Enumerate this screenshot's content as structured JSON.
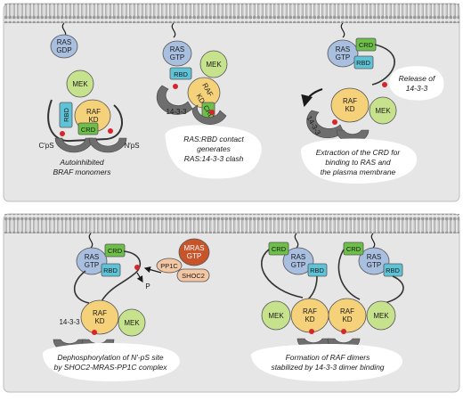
{
  "colors": {
    "panel": "#e6e6e6",
    "membrane": "#9a9a9a",
    "ras": "#a9bfe0",
    "mek": "#c7e28d",
    "raf": "#f5d27a",
    "rbd": "#5fc3d8",
    "crd": "#6dbf4a",
    "adapter": "#6e6e6e",
    "phospho": "#d8242b",
    "mras": "#c8552a",
    "pp1c": "#f3c6a4",
    "shoc2": "#f3c6a4"
  },
  "labels": {
    "ras_gdp_1": "RAS",
    "ras_gdp_2": "GDP",
    "ras": "RAS",
    "gtp": "GTP",
    "mek": "MEK",
    "raf": "RAF",
    "kd": "KD",
    "rbd": "RBD",
    "crd": "CRD",
    "adapter": "14-3-3",
    "c_ps": "C′pS",
    "n_ps": "N′pS",
    "release_1": "Release of",
    "release_2": "14-3-3",
    "mras": "MRAS",
    "pp1c": "PP1C",
    "shoc2": "SHOC2",
    "p": "P"
  },
  "captions": {
    "c1_line1": "Autoinhibited",
    "c1_line2": "BRAF monomers",
    "c2_line1": "RAS:RBD contact",
    "c2_line2": "generates",
    "c2_line3": "RAS:14-3-3 clash",
    "c3_line1": "Extraction of the CRD for",
    "c3_line2": "binding to RAS and",
    "c3_line3": "the plasma membrane",
    "c4_line1": "Dephosphorylation of N′-pS site",
    "c4_line2": "by SHOC2-MRAS-PP1C complex",
    "c5_line1": "Formation of RAF dimers",
    "c5_line2": "stabilized by 14-3-3 dimer binding"
  }
}
